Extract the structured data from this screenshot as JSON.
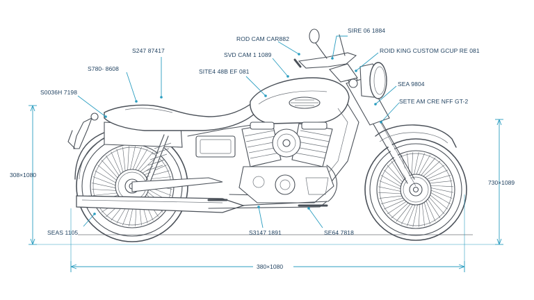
{
  "callouts": [
    {
      "id": "rod-cam",
      "text": "ROD CAM CAR882"
    },
    {
      "id": "sire",
      "text": "SIRE 06 1884"
    },
    {
      "id": "s247",
      "text": "S247 87417"
    },
    {
      "id": "svd-cam",
      "text": "SVD CAM 1 1089"
    },
    {
      "id": "roid-king",
      "text": "ROID KING CUSTOM GCUP RE 081"
    },
    {
      "id": "s780",
      "text": "S780- 8608"
    },
    {
      "id": "site-48b",
      "text": "SITE4 48B EF 081"
    },
    {
      "id": "sea-9804",
      "text": "SEA 9804"
    },
    {
      "id": "s0036",
      "text": "S0036H 7198"
    },
    {
      "id": "sete-am",
      "text": "SETE AM CRE NFF GT-2"
    },
    {
      "id": "seas-1105",
      "text": "SEAS 1105"
    },
    {
      "id": "s3147",
      "text": "S3147 1891"
    },
    {
      "id": "se64",
      "text": "SE64 7818"
    }
  ],
  "dimensions": {
    "left_height": "308×1080",
    "right_height": "730×1089",
    "overall_length": "380×1080"
  },
  "colors": {
    "annotation_line": "#2a9dc0",
    "annotation_text": "#1d3f5e",
    "drawing_ink": "#4a5058",
    "background": "#ffffff"
  }
}
